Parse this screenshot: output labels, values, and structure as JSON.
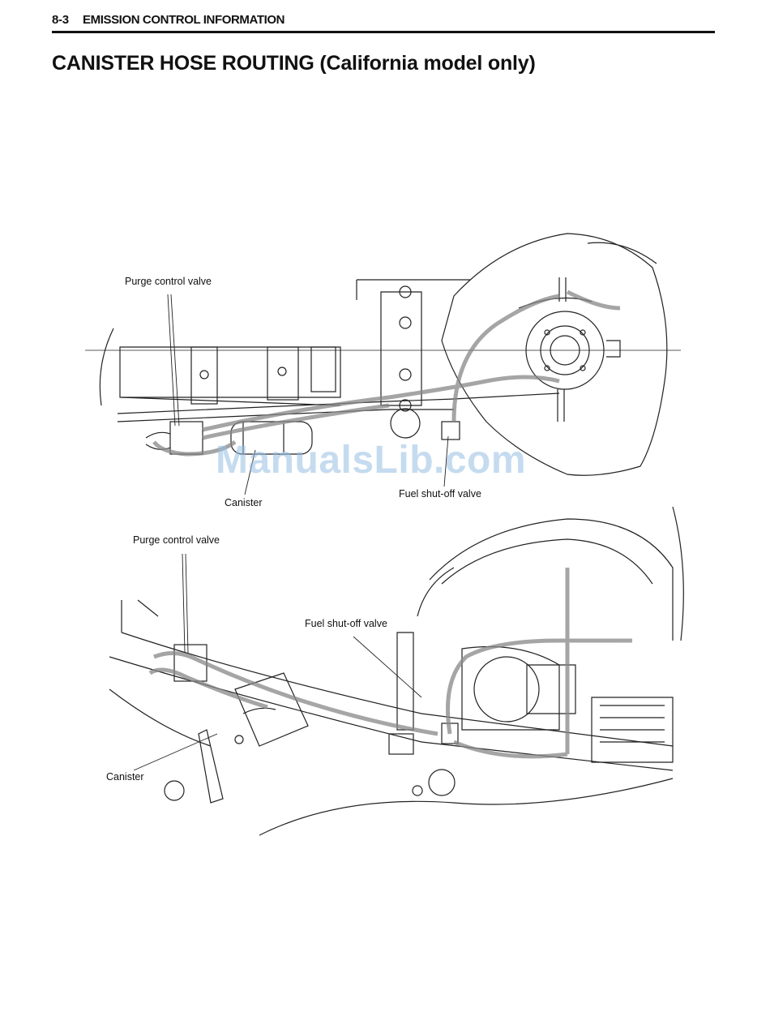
{
  "header": {
    "page_number": "8-3",
    "section": "EMISSION CONTROL INFORMATION"
  },
  "title": "CANISTER HOSE ROUTING (California model only)",
  "figure_top": {
    "labels": {
      "purge": "Purge control valve",
      "canister": "Canister",
      "fuel": "Fuel shut-off valve"
    }
  },
  "figure_bottom": {
    "labels": {
      "purge": "Purge control valve",
      "fuel": "Fuel shut-off valve",
      "canister": "Canister"
    }
  },
  "watermark": "ManualsLib.com"
}
